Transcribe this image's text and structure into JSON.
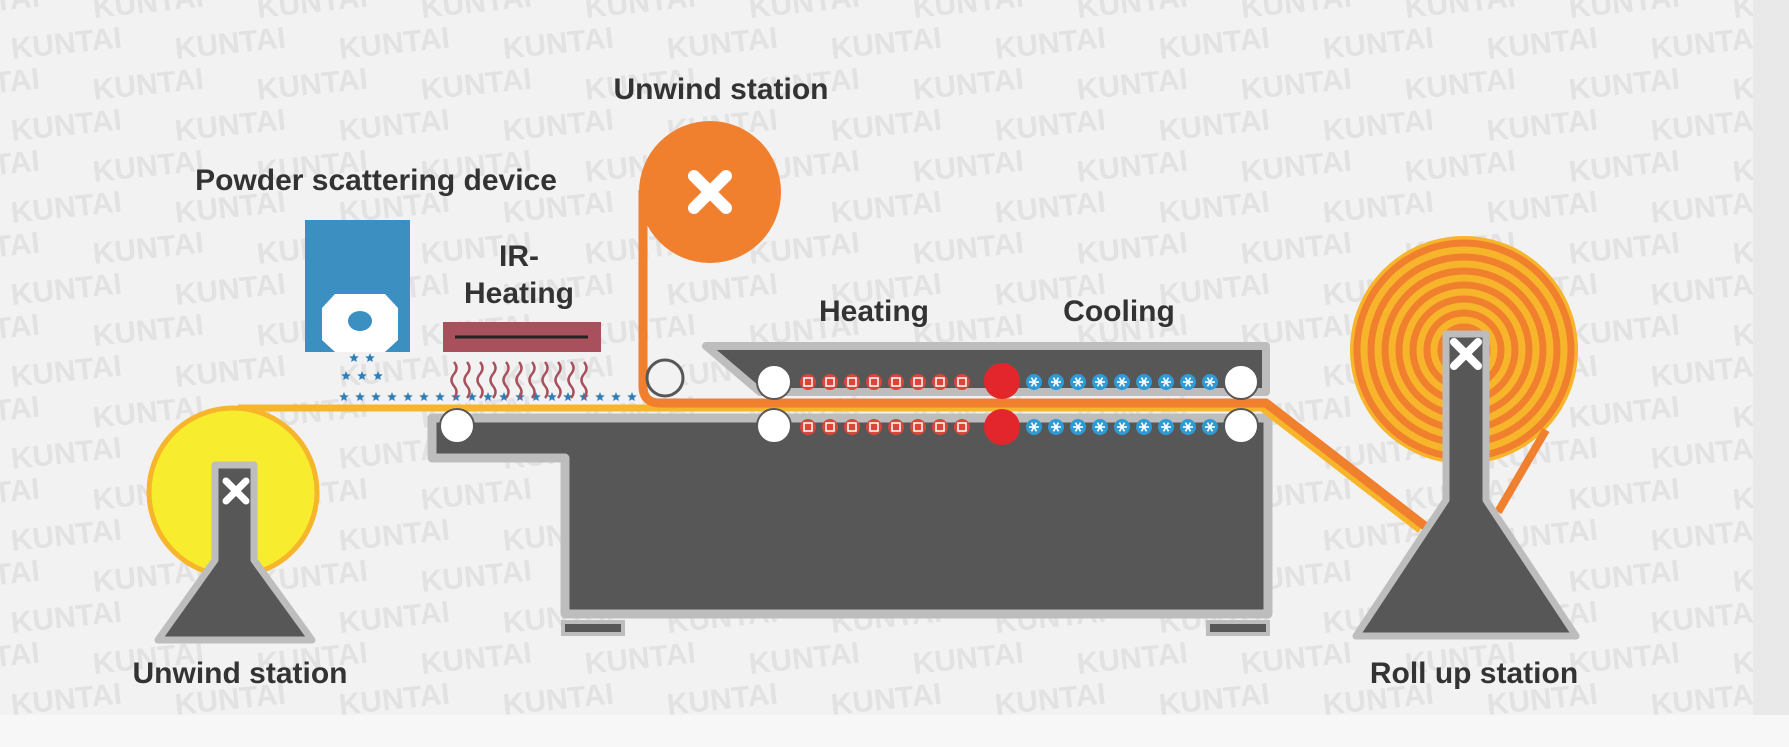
{
  "labels": {
    "unwind_top": "Unwind station",
    "powder": "Powder scattering device",
    "ir_line1": "IR-",
    "ir_line2": "Heating",
    "heating": "Heating",
    "cooling": "Cooling",
    "unwind_bottom": "Unwind station",
    "rollup": "Roll up station"
  },
  "watermark": "KUNTAI",
  "colors": {
    "machine": "#575757",
    "machine_border": "#bdbdbd",
    "film": "#f7b52b",
    "fabric": "#f07f2e",
    "unwind_roll_yellow": "#f7ec2e",
    "powder_device": "#3c8fc1",
    "ir_heater": "#a8505c",
    "heat_element": "#d9463a",
    "cool_element": "#2e9bd6",
    "nip_roller": "#e3262b",
    "label_text": "#333333"
  },
  "icons": [
    "cross-icon",
    "star-icon",
    "heater-icon",
    "snowflake-icon"
  ]
}
